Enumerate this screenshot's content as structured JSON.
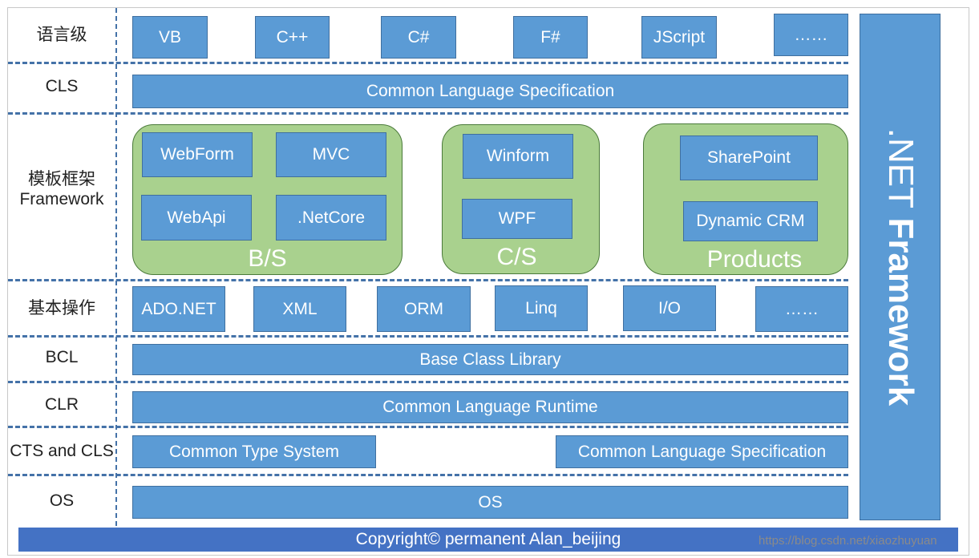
{
  "layers": {
    "language": {
      "label": "语言级",
      "items": [
        "VB",
        "C++",
        "C#",
        "F#",
        "JScript",
        "……"
      ]
    },
    "cls": {
      "label": "CLS",
      "bar": "Common Language Specification"
    },
    "framework": {
      "label_line1": "模板框架",
      "label_line2": "Framework",
      "groups": [
        {
          "name": "B/S",
          "items": [
            "WebForm",
            "MVC",
            "WebApi",
            ".NetCore"
          ]
        },
        {
          "name": "C/S",
          "items": [
            "Winform",
            "WPF"
          ]
        },
        {
          "name": "Products",
          "items": [
            "SharePoint",
            "Dynamic CRM"
          ]
        }
      ]
    },
    "basic": {
      "label": "基本操作",
      "items": [
        "ADO.NET",
        "XML",
        "ORM",
        "Linq",
        "I/O",
        "……"
      ]
    },
    "bcl": {
      "label": "BCL",
      "bar": "Base Class Library"
    },
    "clr": {
      "label": "CLR",
      "bar": "Common Language Runtime"
    },
    "cts": {
      "label": "CTS and CLS",
      "left": "Common Type System",
      "right": "Common Language Specification"
    },
    "os": {
      "label": "OS",
      "bar": "OS"
    }
  },
  "side": {
    "prefix": ".NET",
    "main": "Framework"
  },
  "footer": {
    "copyright": "Copyright© permanent  Alan_beijing",
    "watermark": "https://blog.csdn.net/xiaozhuyuan"
  },
  "colors": {
    "box": "#5b9bd5",
    "group": "#a9d18e",
    "footer": "#4472c4",
    "divider": "#4472a8"
  }
}
